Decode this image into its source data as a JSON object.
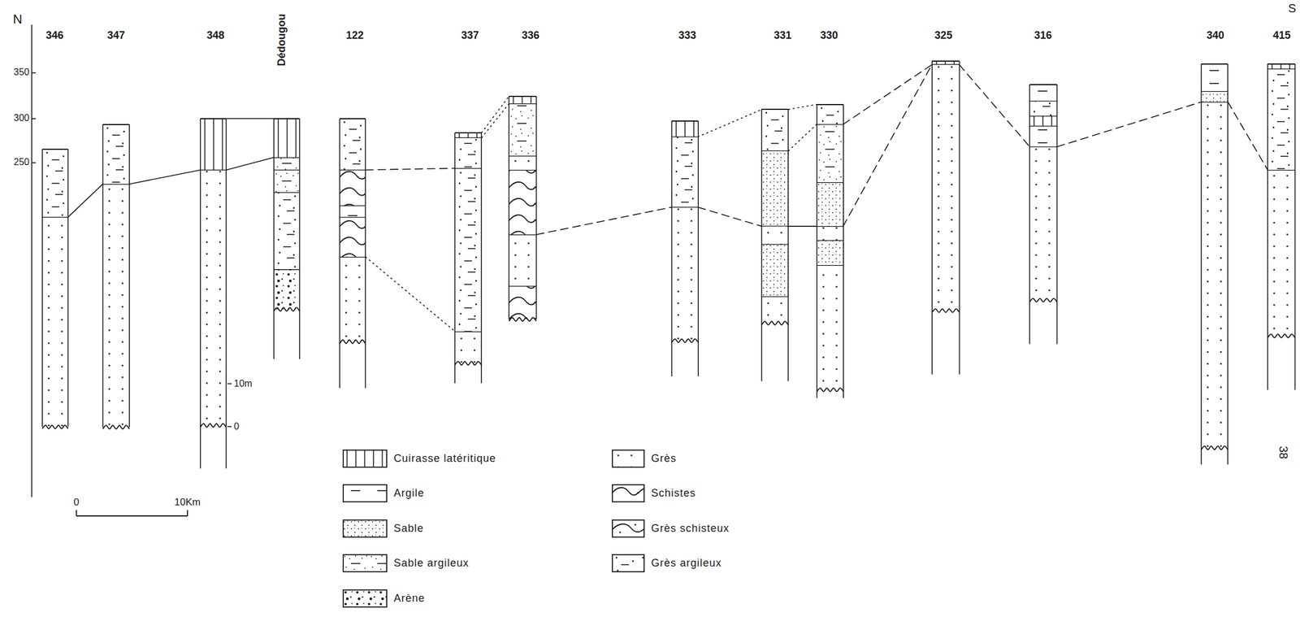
{
  "diagram": {
    "nodes": [
      {
        "text": [
          "346"
        ]
      },
      {
        "text": [
          "347"
        ]
      },
      {
        "text": [
          "348"
        ]
      },
      {
        "text": [
          "Dédougou"
        ]
      },
      {
        "text": [
          "122"
        ]
      },
      {
        "text": [
          "337"
        ]
      },
      {
        "text": [
          "336"
        ]
      },
      {
        "text": [
          "333"
        ]
      },
      {
        "text": [
          "331"
        ]
      },
      {
        "text": [
          "330"
        ]
      },
      {
        "text": [
          "325"
        ]
      },
      {
        "text": [
          "316"
        ]
      },
      {
        "text": [
          "340"
        ]
      },
      {
        "text": [
          "415"
        ]
      }
    ],
    "edges": [
      {
        "from": 0,
        "to": 1,
        "arrow": "none"
      },
      {
        "from": 1,
        "to": 2,
        "arrow": "none"
      },
      {
        "from": 2,
        "to": 3,
        "arrow": "none"
      },
      {
        "from": 2,
        "to": 3,
        "arrow": "none"
      },
      {
        "from": 4,
        "to": 5,
        "arrow": "none"
      },
      {
        "from": 4,
        "to": 5,
        "arrow": "none"
      },
      {
        "from": 5,
        "to": 6,
        "arrow": "none"
      },
      {
        "from": 5,
        "to": 6,
        "arrow": "none"
      },
      {
        "from": 6,
        "to": 7,
        "arrow": "none"
      },
      {
        "from": 7,
        "to": 8,
        "arrow": "none"
      },
      {
        "from": 7,
        "to": 8,
        "arrow": "none"
      },
      {
        "from": 8,
        "to": 9,
        "arrow": "none"
      },
      {
        "from": 8,
        "to": 9,
        "arrow": "none"
      },
      {
        "from": 8,
        "to": 9,
        "arrow": "none"
      },
      {
        "from": 9,
        "to": 10,
        "arrow": "none"
      },
      {
        "from": 9,
        "to": 10,
        "arrow": "none"
      },
      {
        "from": 10,
        "to": 11,
        "arrow": "none"
      },
      {
        "from": 11,
        "to": 12,
        "arrow": "none"
      },
      {
        "from": 12,
        "to": 13,
        "arrow": "none"
      }
    ],
    "labels": [
      "N",
      "S",
      "350",
      "300",
      "250",
      "10m",
      "0",
      "0",
      "10Km",
      "38"
    ],
    "legend": [
      {
        "text": "Cuirasse latéritique"
      },
      {
        "text": "Argile"
      },
      {
        "text": "Sable"
      },
      {
        "text": "Sable argileux"
      },
      {
        "text": "Arène"
      },
      {
        "text": "Grès"
      },
      {
        "text": "Schistes"
      },
      {
        "text": "Grès schisteux"
      },
      {
        "text": "Grès argileux"
      }
    ]
  }
}
